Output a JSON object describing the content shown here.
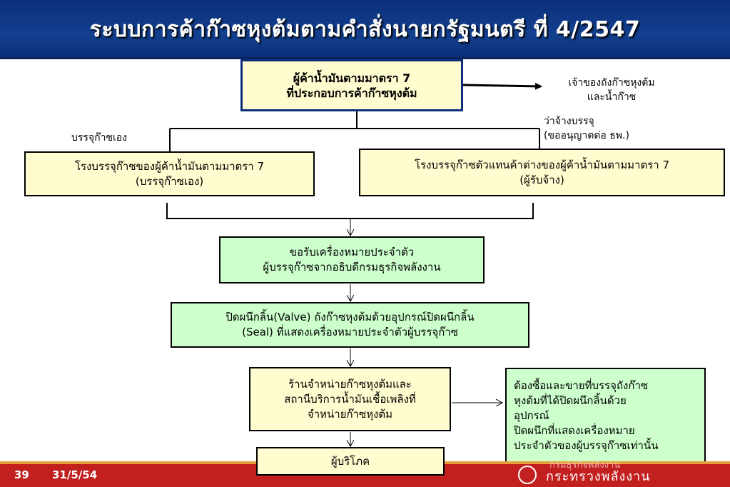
{
  "title": "ระบบการค้าก๊าซหุงต้มตามคำสั่งนายกรัฐมนตรี ที่ 4/2547",
  "nodes": {
    "trader": {
      "line1": "ผู้ค้าน้ำมันตามมาตรา 7",
      "line2": "ที่ประกอบการค้าก๊าซหุงต้ม"
    },
    "cylinder_owner": {
      "line1": "เจ้าของถังก๊าซหุงต้ม",
      "line2": "และน้ำก๊าซ"
    },
    "own_plant": {
      "line1": "โรงบรรจุก๊าซของผู้ค้าน้ำมันตามมาตรา 7",
      "line2": "(บรรจุก๊าซเอง)"
    },
    "agent_plant": {
      "line1": "โรงบรรจุก๊าซตัวแทนค้าต่างของผู้ค้าน้ำมันตามมาตรา 7",
      "line2": "(ผู้รับจ้าง)"
    },
    "mark_request": {
      "line1": "ขอรับเครื่องหมายประจำตัว",
      "line2": "ผู้บรรจุก๊าซจากอธิบดีกรมธุรกิจพลังงาน"
    },
    "seal": {
      "line1": "ปิดผนึกลิ้น(Valve) ถังก๊าซหุงต้มด้วยอุปกรณ์ปิดผนึกลิ้น",
      "line2": "(Seal) ที่แสดงเครื่องหมายประจำตัวผู้บรรจุก๊าซ"
    },
    "retailer": {
      "line1": "ร้านจำหน่ายก๊าซหุงต้มและ",
      "line2": "สถานีบริการน้ำมันเชื้อเพลิงที่",
      "line3": "จำหน่ายก๊าซหุงต้ม"
    },
    "condition": {
      "line1": "ต้องซื้อและขายที่บรรจุถังก๊าซ",
      "line2": "หุงต้มที่ได้ปิดผนึกลิ้นด้วย",
      "line3": "อุปกรณ์",
      "line4": "ปิดผนึกที่แสดงเครื่องหมาย",
      "line5": "ประจำตัวของผู้บรรจุก๊าซเท่านั้น"
    },
    "consumer": {
      "line1": "ผู้บริโภค"
    }
  },
  "edge_labels": {
    "self_fill": "บรรจุก๊าซเอง",
    "hire_fill": {
      "line1": "ว่าจ้างบรรจุ",
      "line2": "(ขออนุญาตต่อ ธพ.)"
    }
  },
  "footer": {
    "page": "39",
    "date": "31/5/54",
    "org_top": "กรมธุรกิจพลังงาน",
    "org": "กระทรวงพลังงาน"
  },
  "colors": {
    "title_bar": "#0b2f7a",
    "yellow_box": "#fffccf",
    "green_box": "#ccffcc",
    "footer": "#c21f1f"
  }
}
